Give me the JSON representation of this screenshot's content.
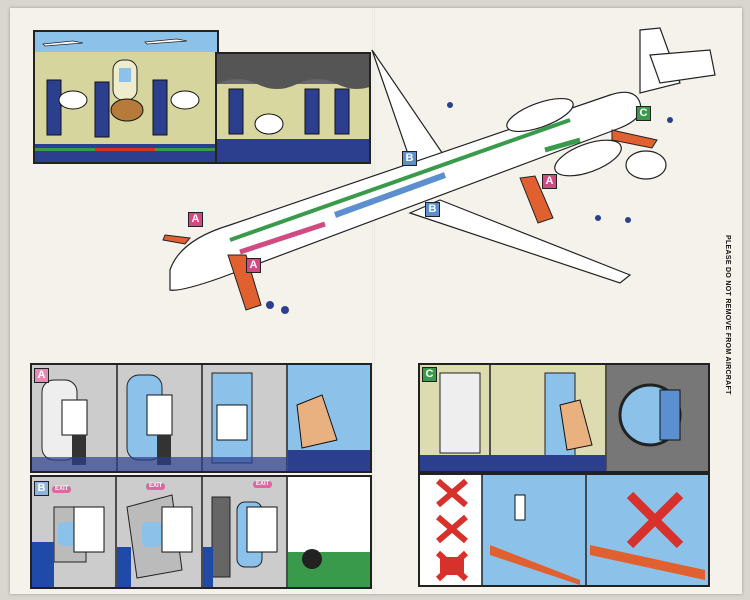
{
  "notice": "PLEASE DO NOT REMOVE FROM AIRCRAFT",
  "exits": {
    "a": "A",
    "b": "B",
    "c": "C"
  },
  "exit_sign": "EXIT",
  "colors": {
    "exit_a": "#d24a82",
    "exit_b": "#5b8fcf",
    "exit_c": "#3a9a4c",
    "prohibited": "#d8302a",
    "cabin_blue": "#2c3f8f",
    "sky": "#8cc2ea"
  },
  "icons": [
    "no-smoking-icon",
    "no-high-heels-icon",
    "no-luggage-icon",
    "aircraft-diagram"
  ]
}
